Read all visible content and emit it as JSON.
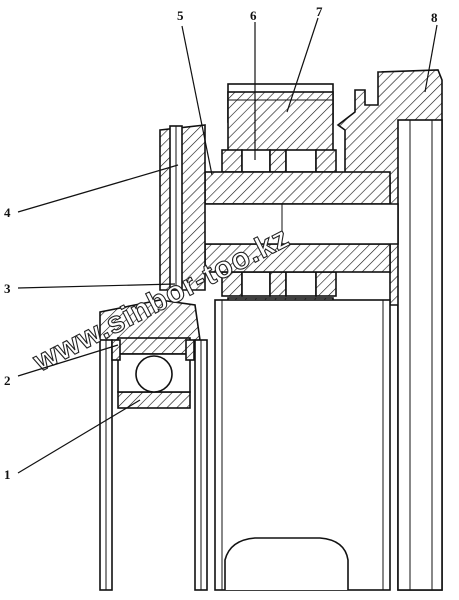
{
  "callouts": [
    {
      "id": "1",
      "text": "1"
    },
    {
      "id": "2",
      "text": "2"
    },
    {
      "id": "3",
      "text": "3"
    },
    {
      "id": "4",
      "text": "4"
    },
    {
      "id": "5",
      "text": "5"
    },
    {
      "id": "6",
      "text": "6"
    },
    {
      "id": "7",
      "text": "7"
    },
    {
      "id": "8",
      "text": "8"
    }
  ],
  "watermark": "www.sinbor-too.kz"
}
